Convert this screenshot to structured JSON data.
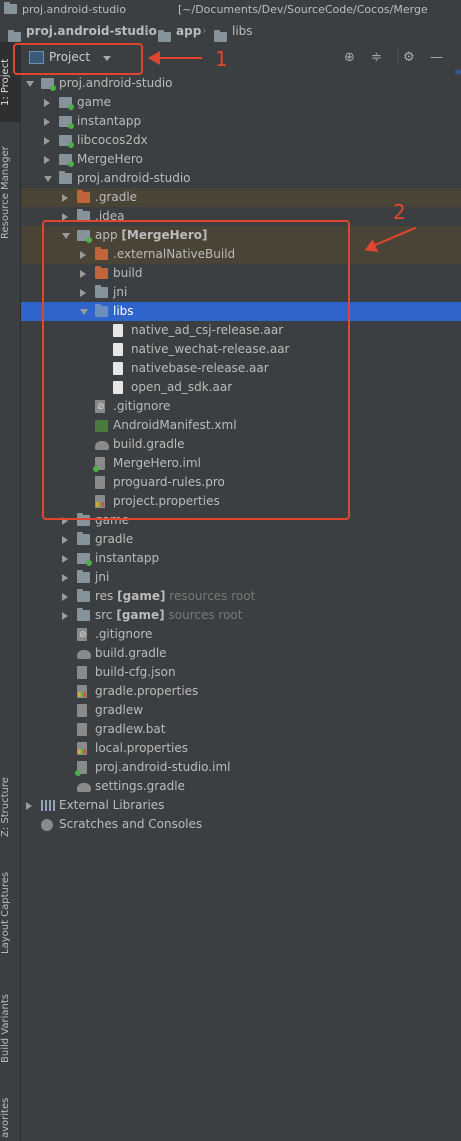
{
  "titlebar": {
    "project": "proj.android-studio",
    "path": "[~/Documents/Dev/SourceCode/Cocos/Merge"
  },
  "breadcrumb": [
    "proj.android-studio",
    "app",
    "libs"
  ],
  "left_stripe": {
    "tabs": [
      "1: Project",
      "Resource Manager",
      "Z: Structure",
      "Layout Captures",
      "Build Variants",
      "avorites"
    ]
  },
  "panel": {
    "view_selector": "Project",
    "header_icons": [
      "locate-icon",
      "collapse-icon",
      "settings-icon",
      "minimize-icon"
    ]
  },
  "tree": [
    {
      "label": "proj.android-studio",
      "arrow": "down",
      "icon": "module",
      "depth": 0
    },
    {
      "label": "game",
      "arrow": "right",
      "icon": "module",
      "depth": 1
    },
    {
      "label": "instantapp",
      "arrow": "right",
      "icon": "module",
      "depth": 1
    },
    {
      "label": "libcocos2dx",
      "arrow": "right",
      "icon": "module",
      "depth": 1
    },
    {
      "label": "MergeHero",
      "arrow": "right",
      "icon": "module",
      "depth": 1
    },
    {
      "label": "proj.android-studio",
      "arrow": "down",
      "icon": "folder",
      "depth": 1
    },
    {
      "label": ".gradle",
      "arrow": "right",
      "icon": "folder-orange",
      "depth": 2,
      "highlight": true
    },
    {
      "label": ".idea",
      "arrow": "right",
      "icon": "folder",
      "depth": 2
    },
    {
      "label": "app",
      "bold": "[MergeHero]",
      "arrow": "down",
      "icon": "module",
      "depth": 2,
      "highlight": true
    },
    {
      "label": ".externalNativeBuild",
      "arrow": "right",
      "icon": "folder-orange",
      "depth": 3,
      "highlight": true
    },
    {
      "label": "build",
      "arrow": "right",
      "icon": "folder-orange",
      "depth": 3
    },
    {
      "label": "jni",
      "arrow": "right",
      "icon": "folder",
      "depth": 3
    },
    {
      "label": "libs",
      "arrow": "down",
      "icon": "folder-blue",
      "depth": 3,
      "selected": true
    },
    {
      "label": "native_ad_csj-release.aar",
      "icon": "file",
      "depth": 4
    },
    {
      "label": "native_wechat-release.aar",
      "icon": "file",
      "depth": 4
    },
    {
      "label": "nativebase-release.aar",
      "icon": "file",
      "depth": 4
    },
    {
      "label": "open_ad_sdk.aar",
      "icon": "file",
      "depth": 4
    },
    {
      "label": ".gitignore",
      "icon": "gitignore",
      "depth": 3
    },
    {
      "label": "AndroidManifest.xml",
      "icon": "xml",
      "depth": 3
    },
    {
      "label": "build.gradle",
      "icon": "gradle",
      "depth": 3
    },
    {
      "label": "MergeHero.iml",
      "icon": "iml",
      "depth": 3
    },
    {
      "label": "proguard-rules.pro",
      "icon": "gfile",
      "depth": 3
    },
    {
      "label": "project.properties",
      "icon": "props",
      "depth": 3
    },
    {
      "label": "game",
      "arrow": "right",
      "icon": "folder",
      "depth": 2
    },
    {
      "label": "gradle",
      "arrow": "right",
      "icon": "folder",
      "depth": 2
    },
    {
      "label": "instantapp",
      "arrow": "right",
      "icon": "module",
      "depth": 2
    },
    {
      "label": "jni",
      "arrow": "right",
      "icon": "folder",
      "depth": 2
    },
    {
      "label": "res",
      "bold": "[game]",
      "hint": "resources root",
      "arrow": "right",
      "icon": "folder",
      "depth": 2
    },
    {
      "label": "src",
      "bold": "[game]",
      "hint": "sources root",
      "arrow": "right",
      "icon": "folder",
      "depth": 2
    },
    {
      "label": ".gitignore",
      "icon": "gitignore",
      "depth": 2
    },
    {
      "label": "build.gradle",
      "icon": "gradle",
      "depth": 2
    },
    {
      "label": "build-cfg.json",
      "icon": "gfile",
      "depth": 2
    },
    {
      "label": "gradle.properties",
      "icon": "props",
      "depth": 2
    },
    {
      "label": "gradlew",
      "icon": "gfile",
      "depth": 2
    },
    {
      "label": "gradlew.bat",
      "icon": "gfile",
      "depth": 2
    },
    {
      "label": "local.properties",
      "icon": "props",
      "depth": 2
    },
    {
      "label": "proj.android-studio.iml",
      "icon": "iml",
      "depth": 2
    },
    {
      "label": "settings.gradle",
      "icon": "gradle",
      "depth": 2
    },
    {
      "label": "External Libraries",
      "arrow": "right",
      "icon": "lib",
      "depth": 0
    },
    {
      "label": "Scratches and Consoles",
      "icon": "scratch",
      "depth": 0
    }
  ],
  "annotations": {
    "label_1": "1",
    "label_2": "2",
    "color": "#e0452f"
  },
  "colors": {
    "background": "#3c3f41",
    "selection": "#2f65ca",
    "excluded_folder": "#c1643c"
  }
}
